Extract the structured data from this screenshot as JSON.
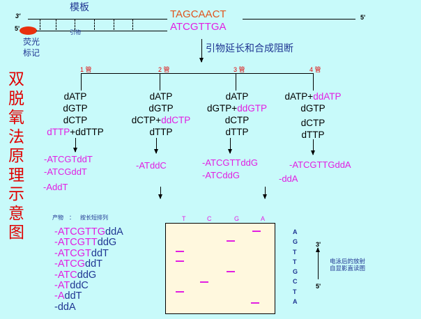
{
  "template_label": "模板",
  "template_strand": {
    "end3": "3'",
    "end5": "5'",
    "seq": "TAGCAACT"
  },
  "primer_strand": {
    "end5": "5'",
    "seq": "ATCGTTGA",
    "primer_label": "引物"
  },
  "fluorescent_label": [
    "荧光",
    "标记"
  ],
  "step_label": "引物延长和合成阻断",
  "title": "双脱氧法原理示意图",
  "tubes": [
    {
      "label": "1 管",
      "mix": [
        [
          "dATP",
          ""
        ],
        [
          "dGTP",
          ""
        ],
        [
          "dCTP",
          ""
        ],
        [
          "dTTP",
          "+ddTTP"
        ]
      ],
      "products": [
        "-ATCGTddT",
        "-ATCGddT",
        "-AddT"
      ]
    },
    {
      "label": "2 管",
      "mix": [
        [
          "dATP",
          ""
        ],
        [
          "dGTP",
          ""
        ],
        [
          "dCTP+",
          "ddCTP"
        ],
        [
          "dTTP",
          ""
        ]
      ],
      "products": [
        "-ATddC"
      ]
    },
    {
      "label": "3 管",
      "mix": [
        [
          "dATP",
          ""
        ],
        [
          "dGTP+",
          "ddGTP"
        ],
        [
          "dCTP",
          ""
        ],
        [
          "dTTP",
          ""
        ]
      ],
      "products": [
        "-ATCGTTddG",
        "-ATCddG"
      ]
    },
    {
      "label": "4 管",
      "mix": [
        [
          "dATP+",
          "ddATP"
        ],
        [
          "dGTP",
          ""
        ],
        [
          "dCTP",
          ""
        ],
        [
          "dTTP",
          ""
        ]
      ],
      "products": [
        "-ATCGTTGddA",
        "-ddA"
      ]
    }
  ],
  "products_header": {
    "label": "产物",
    "sep": "：",
    "sort": "按长短排列"
  },
  "sorted_products": [
    [
      "-ATCGTTG",
      "ddA"
    ],
    [
      "-ATCGTT",
      "ddG"
    ],
    [
      "-ATCGT",
      "ddT"
    ],
    [
      "-ATCG",
      "ddT"
    ],
    [
      "-ATC",
      "ddG"
    ],
    [
      "-AT",
      "ddC"
    ],
    [
      "-A",
      "ddT"
    ],
    [
      "-",
      "ddA"
    ]
  ],
  "gel_lanes": [
    "T",
    "C",
    "G",
    "A"
  ],
  "read_sequence": [
    "A",
    "G",
    "T",
    "T",
    "G",
    "C",
    "T",
    "A"
  ],
  "direction": {
    "top": "3'",
    "bottom": "5'"
  },
  "gel_caption": [
    "电泳后的放射",
    "自显影直读图"
  ]
}
